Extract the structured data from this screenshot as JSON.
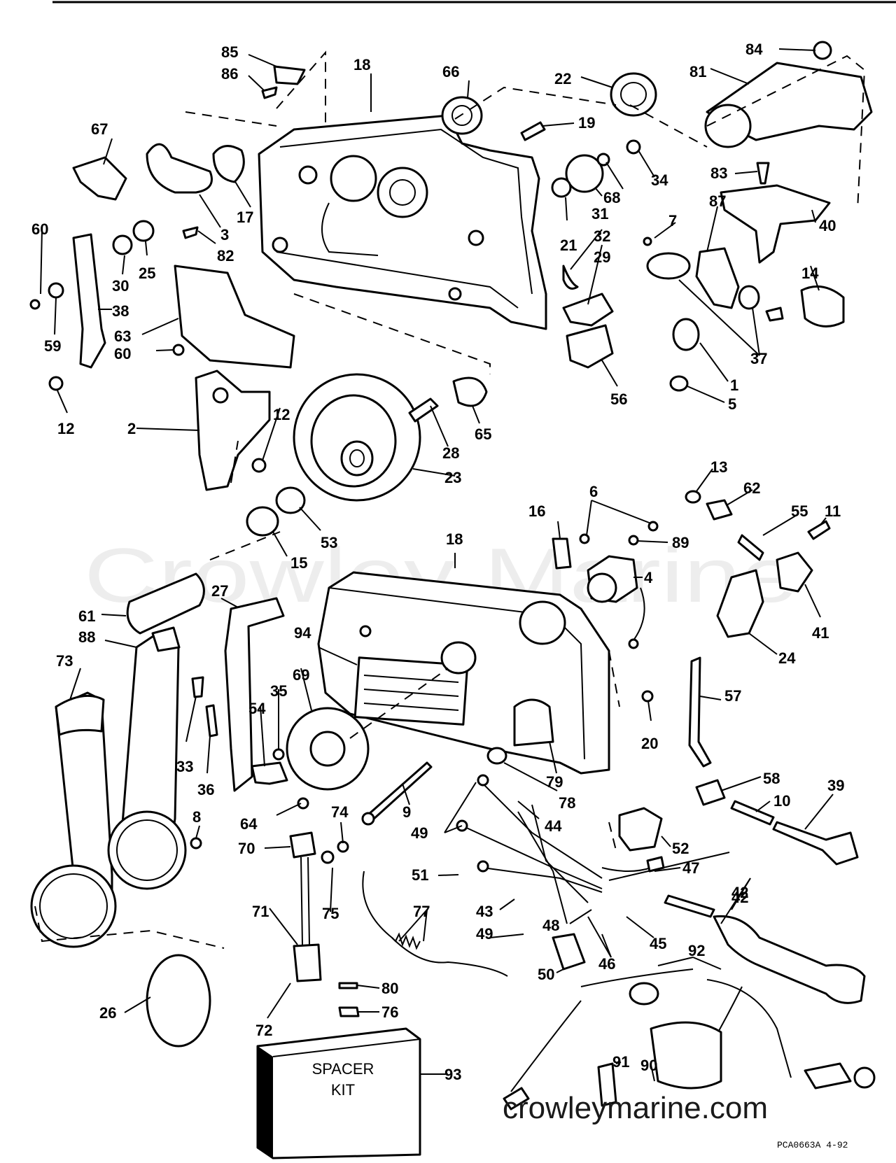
{
  "diagram": {
    "watermark": "Crowley Marine",
    "website": "crowleymarine.com",
    "drawing_code": "PCA0663A  4-92",
    "spacer_kit": {
      "line1": "SPACER",
      "line2": "KIT",
      "number": "93"
    },
    "callouts": [
      {
        "id": "c85",
        "text": "85"
      },
      {
        "id": "c86",
        "text": "86"
      },
      {
        "id": "c18a",
        "text": "18"
      },
      {
        "id": "c66",
        "text": "66"
      },
      {
        "id": "c22",
        "text": "22"
      },
      {
        "id": "c84",
        "text": "84"
      },
      {
        "id": "c81",
        "text": "81"
      },
      {
        "id": "c67",
        "text": "67"
      },
      {
        "id": "c19",
        "text": "19"
      },
      {
        "id": "c34",
        "text": "34"
      },
      {
        "id": "c83",
        "text": "83"
      },
      {
        "id": "c17",
        "text": "17"
      },
      {
        "id": "c68",
        "text": "68"
      },
      {
        "id": "c60a",
        "text": "60"
      },
      {
        "id": "c3",
        "text": "3"
      },
      {
        "id": "c82",
        "text": "82"
      },
      {
        "id": "c31",
        "text": "31"
      },
      {
        "id": "c7",
        "text": "7"
      },
      {
        "id": "c87",
        "text": "87"
      },
      {
        "id": "c40",
        "text": "40"
      },
      {
        "id": "c21",
        "text": "21"
      },
      {
        "id": "c32",
        "text": "32"
      },
      {
        "id": "c29",
        "text": "29"
      },
      {
        "id": "c14",
        "text": "14"
      },
      {
        "id": "c30",
        "text": "30"
      },
      {
        "id": "c25",
        "text": "25"
      },
      {
        "id": "c38",
        "text": "38"
      },
      {
        "id": "c63",
        "text": "63"
      },
      {
        "id": "c59",
        "text": "59"
      },
      {
        "id": "c60b",
        "text": "60"
      },
      {
        "id": "c37",
        "text": "37"
      },
      {
        "id": "c1",
        "text": "1"
      },
      {
        "id": "c56",
        "text": "56"
      },
      {
        "id": "c5",
        "text": "5"
      },
      {
        "id": "c12a",
        "text": "12"
      },
      {
        "id": "c2",
        "text": "2"
      },
      {
        "id": "c12b",
        "text": "12"
      },
      {
        "id": "c28",
        "text": "28"
      },
      {
        "id": "c65",
        "text": "65"
      },
      {
        "id": "c23",
        "text": "23"
      },
      {
        "id": "c13",
        "text": "13"
      },
      {
        "id": "c62",
        "text": "62"
      },
      {
        "id": "c6",
        "text": "6"
      },
      {
        "id": "c16",
        "text": "16"
      },
      {
        "id": "c55",
        "text": "55"
      },
      {
        "id": "c11",
        "text": "11"
      },
      {
        "id": "c18b",
        "text": "18"
      },
      {
        "id": "c53",
        "text": "53"
      },
      {
        "id": "c89",
        "text": "89"
      },
      {
        "id": "c4",
        "text": "4"
      },
      {
        "id": "c15",
        "text": "15"
      },
      {
        "id": "c41",
        "text": "41"
      },
      {
        "id": "c27",
        "text": "27"
      },
      {
        "id": "c61",
        "text": "61"
      },
      {
        "id": "c88",
        "text": "88"
      },
      {
        "id": "c94",
        "text": "94"
      },
      {
        "id": "c24",
        "text": "24"
      },
      {
        "id": "c73",
        "text": "73"
      },
      {
        "id": "c69",
        "text": "69"
      },
      {
        "id": "c57",
        "text": "57"
      },
      {
        "id": "c35",
        "text": "35"
      },
      {
        "id": "c54",
        "text": "54"
      },
      {
        "id": "c20",
        "text": "20"
      },
      {
        "id": "c33",
        "text": "33"
      },
      {
        "id": "c36",
        "text": "36"
      },
      {
        "id": "c79",
        "text": "79"
      },
      {
        "id": "c58",
        "text": "58"
      },
      {
        "id": "c10",
        "text": "10"
      },
      {
        "id": "c39",
        "text": "39"
      },
      {
        "id": "c78",
        "text": "78"
      },
      {
        "id": "c9",
        "text": "9"
      },
      {
        "id": "c64",
        "text": "64"
      },
      {
        "id": "c74",
        "text": "74"
      },
      {
        "id": "c8",
        "text": "8"
      },
      {
        "id": "c44",
        "text": "44"
      },
      {
        "id": "c49a",
        "text": "49"
      },
      {
        "id": "c70",
        "text": "70"
      },
      {
        "id": "c52",
        "text": "52"
      },
      {
        "id": "c47",
        "text": "47"
      },
      {
        "id": "c51",
        "text": "51"
      },
      {
        "id": "c42a",
        "text": "42"
      },
      {
        "id": "c75",
        "text": "75"
      },
      {
        "id": "c42b",
        "text": "42"
      },
      {
        "id": "c71",
        "text": "71"
      },
      {
        "id": "c43",
        "text": "43"
      },
      {
        "id": "c77",
        "text": "77"
      },
      {
        "id": "c48",
        "text": "48"
      },
      {
        "id": "c45",
        "text": "45"
      },
      {
        "id": "c49b",
        "text": "49"
      },
      {
        "id": "c46",
        "text": "46"
      },
      {
        "id": "c92",
        "text": "92"
      },
      {
        "id": "c50",
        "text": "50"
      },
      {
        "id": "c80",
        "text": "80"
      },
      {
        "id": "c26",
        "text": "26"
      },
      {
        "id": "c72",
        "text": "72"
      },
      {
        "id": "c76",
        "text": "76"
      },
      {
        "id": "c91",
        "text": "91"
      },
      {
        "id": "c90",
        "text": "90"
      }
    ]
  }
}
